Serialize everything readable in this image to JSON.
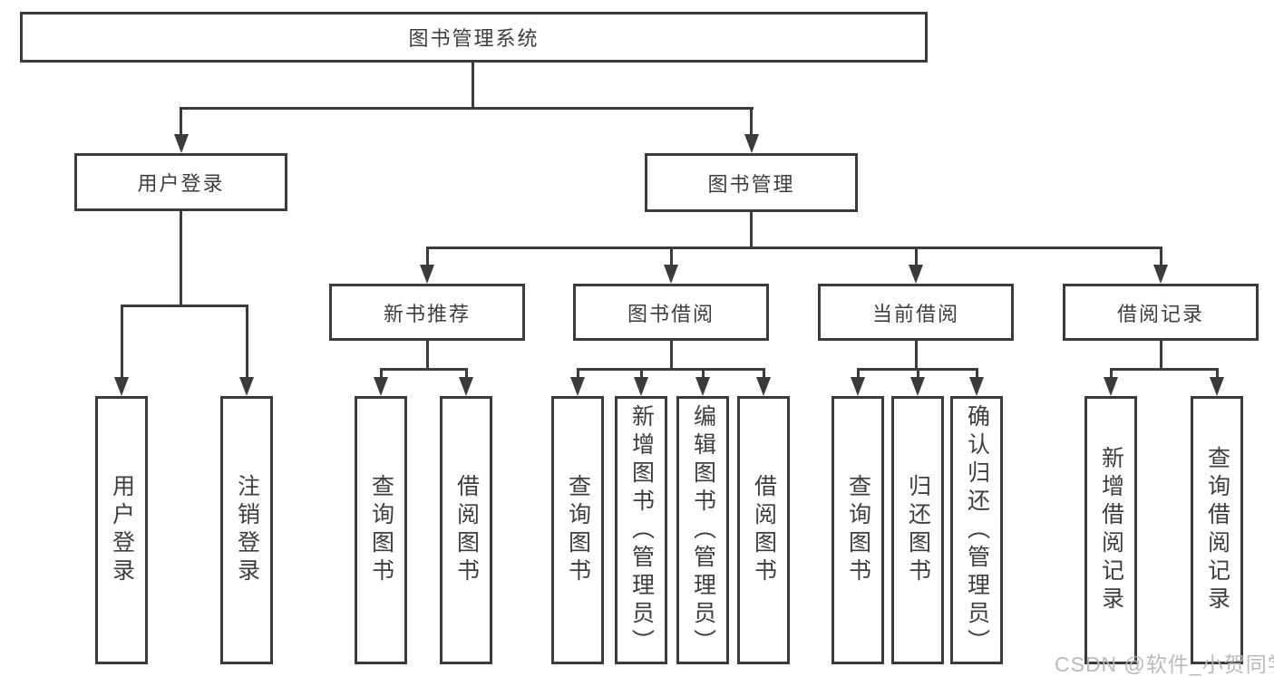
{
  "diagram": {
    "root": {
      "label": "图书管理系统"
    },
    "level2": {
      "user_login": {
        "label": "用户登录"
      },
      "book_management": {
        "label": "图书管理"
      }
    },
    "level3": {
      "new_book_recommend": {
        "label": "新书推荐"
      },
      "book_borrow": {
        "label": "图书借阅"
      },
      "current_borrow": {
        "label": "当前借阅"
      },
      "borrow_records": {
        "label": "借阅记录"
      }
    },
    "leaves": {
      "user_login": [
        "用户登录",
        "注销登录"
      ],
      "new_book_recommend": [
        "查询图书",
        "借阅图书"
      ],
      "book_borrow": [
        "查询图书",
        "新增图书（管理员）",
        "编辑图书（管理员）",
        "借阅图书"
      ],
      "current_borrow": [
        "查询图书",
        "归还图书",
        "确认归还（管理员）"
      ],
      "borrow_records": [
        "新增借阅记录",
        "查询借阅记录"
      ]
    }
  },
  "watermark": "CSDN @软件_小贺同学",
  "colors": {
    "line": "#3b3b3b",
    "text": "#3e3e3e",
    "watermark": "#b7b7b7",
    "background": "#ffffff"
  }
}
